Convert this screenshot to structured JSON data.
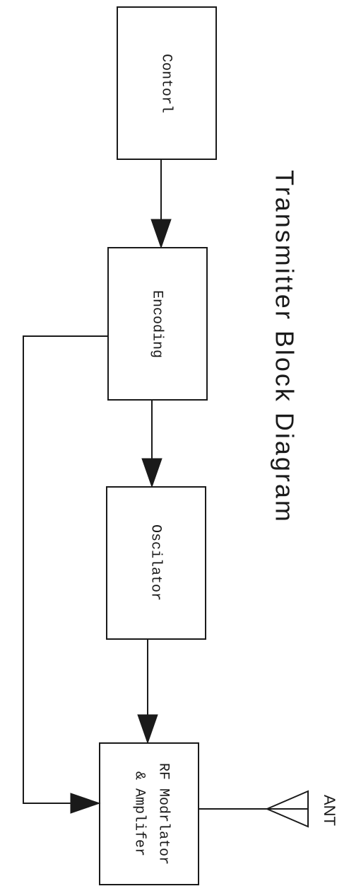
{
  "diagram": {
    "title": "Transmitter Block Diagram",
    "blocks": {
      "control": "Contorl",
      "encoding": "Encoding",
      "oscillator": "Oscilator",
      "rf_line1": "RF Modrlator",
      "rf_line2": "& Amplifer"
    },
    "antenna_label": "ANT"
  }
}
